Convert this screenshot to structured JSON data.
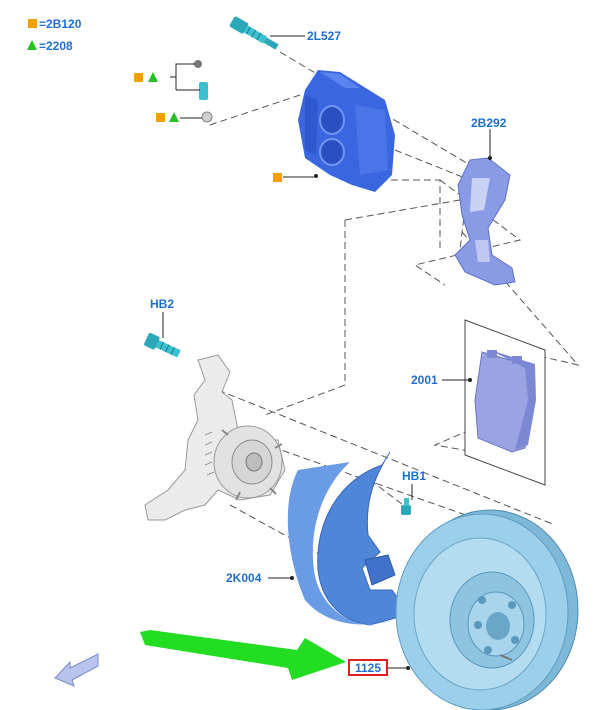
{
  "legend": [
    {
      "symbol": "square",
      "color": "#f5a000",
      "code": "=2B120"
    },
    {
      "symbol": "triangle",
      "color": "#26c026",
      "code": "=2208"
    }
  ],
  "callouts": {
    "bolt_top": "2L527",
    "bracket": "2B292",
    "hub_bolt": "HB2",
    "pads": "2001",
    "shield_bolt": "HB1",
    "shield": "2K004",
    "rotor": "1125"
  },
  "colors": {
    "caliper_blue": "#3a67e0",
    "bracket_blue": "#8a9be6",
    "shield_blue": "#4f86d8",
    "rotor_blue": "#8fc6e2",
    "callout_text": "#1f6fd1",
    "arrow_green": "#22dd22",
    "highlight_red": "#e02020"
  },
  "icons": {
    "legend_square": "square-icon",
    "legend_triangle": "triangle-icon",
    "view_arrow": "view-direction-arrow-icon",
    "green_arrow": "pointer-arrow-icon"
  }
}
